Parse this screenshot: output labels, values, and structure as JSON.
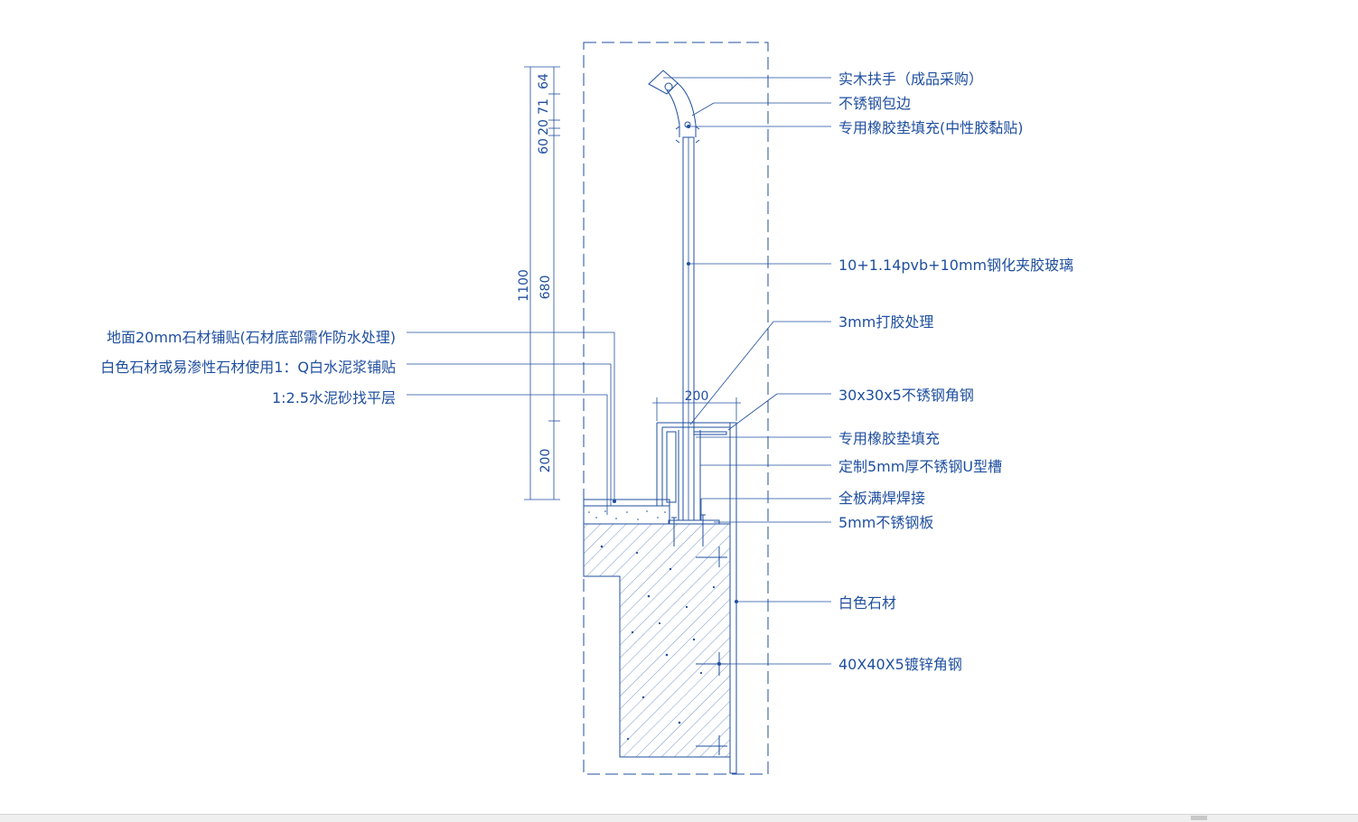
{
  "drawing": {
    "callouts_right": [
      {
        "id": "handrail",
        "text": "实木扶手（成品采购）"
      },
      {
        "id": "ss-edge",
        "text": "不锈钢包边"
      },
      {
        "id": "rubber-top",
        "text": "专用橡胶垫填充(中性胶黏贴)"
      },
      {
        "id": "glass",
        "text": "10+1.14pvb+10mm钢化夹胶玻璃"
      },
      {
        "id": "glue",
        "text": "3mm打胶处理"
      },
      {
        "id": "angle-30",
        "text": "30x30x5不锈钢角钢"
      },
      {
        "id": "rubber-fill",
        "text": "专用橡胶垫填充"
      },
      {
        "id": "u-channel",
        "text": "定制5mm厚不锈钢U型槽"
      },
      {
        "id": "weld",
        "text": "全板满焊焊接"
      },
      {
        "id": "ss-plate",
        "text": "5mm不锈钢板"
      },
      {
        "id": "white-stone",
        "text": "白色石材"
      },
      {
        "id": "angle-40",
        "text": "40X40X5镀锌角钢"
      }
    ],
    "callouts_left": [
      {
        "id": "floor-stone",
        "text": "地面20mm石材铺贴(石材底部需作防水处理)"
      },
      {
        "id": "white-mortar",
        "text": "白色石材或易渗性石材使用1：Q白水泥浆铺贴"
      },
      {
        "id": "screed",
        "text": "1:2.5水泥砂找平层"
      }
    ],
    "dimensions": {
      "total_height": "1100",
      "glass_height": "680",
      "base_height": "200",
      "top_stack": [
        "60",
        "20",
        "71",
        "64"
      ],
      "curb_width": "200"
    }
  },
  "colors": {
    "line": "#1f4f9f",
    "background": "#ffffff"
  }
}
